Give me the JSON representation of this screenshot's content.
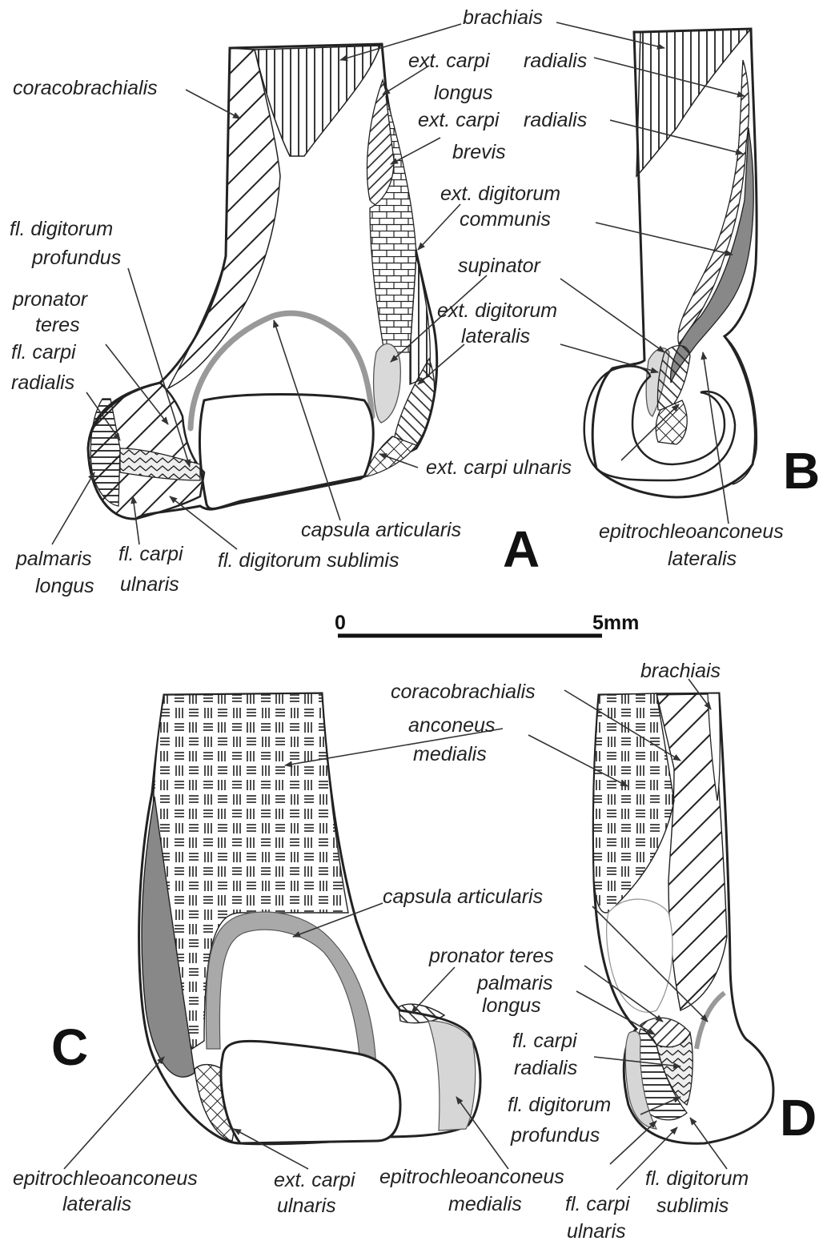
{
  "panels": {
    "a": "A",
    "b": "B",
    "c": "C",
    "d": "D"
  },
  "scale_bar": {
    "start": "0",
    "end": "5mm"
  },
  "labels_a": {
    "brachiais": "brachiais",
    "coracobrachialis": "coracobrachialis",
    "ecrl_1": "ext. carpi",
    "ecrl_2": "longus",
    "ecrb_1": "ext. carpi",
    "ecrb_2": "brevis",
    "edc_1": "ext. digitorum",
    "edc_2": "communis",
    "supinator": "supinator",
    "edl_1": "ext. digitorum",
    "edl_2": "lateralis",
    "fdp_1": "fl. digitorum",
    "fdp_2": "profundus",
    "pt_1": "pronator",
    "pt_2": "teres",
    "fcr_1": "fl. carpi",
    "fcr_2": "radialis",
    "ecu": "ext.  carpi ulnaris",
    "capsula": "capsula  articularis",
    "palmaris_1": "palmaris",
    "palmaris_2": "longus",
    "fcu_1": "fl. carpi",
    "fcu_2": "ulnaris",
    "fds": "fl. digitorum  sublimis"
  },
  "labels_b": {
    "radialis_top": "radialis",
    "radialis_mid": "radialis",
    "epi_1": "epitrochleoanconeus",
    "epi_2": "lateralis"
  },
  "labels_c": {
    "coracobrachialis": "coracobrachialis",
    "brachiais": "brachiais",
    "anconeus_1": "anconeus",
    "anconeus_2": "medialis",
    "capsula": "capsula  articularis",
    "pronator": "pronator  teres",
    "epi_lat_1": "epitrochleoanconeus",
    "epi_lat_2": "lateralis",
    "ecu_1": "ext. carpi",
    "ecu_2": "ulnaris",
    "epi_med_1": "epitrochleoanconeus",
    "epi_med_2": "medialis"
  },
  "labels_d": {
    "palmaris_1": "palmaris",
    "palmaris_2": "longus",
    "fcr_1": "fl. carpi",
    "fcr_2": "radialis",
    "fdp_1": "fl. digitorum",
    "fdp_2": "profundus",
    "fds_1": "fl. digitorum",
    "fds_2": "sublimis",
    "fcu_1": "fl. carpi",
    "fcu_2": "ulnaris"
  }
}
